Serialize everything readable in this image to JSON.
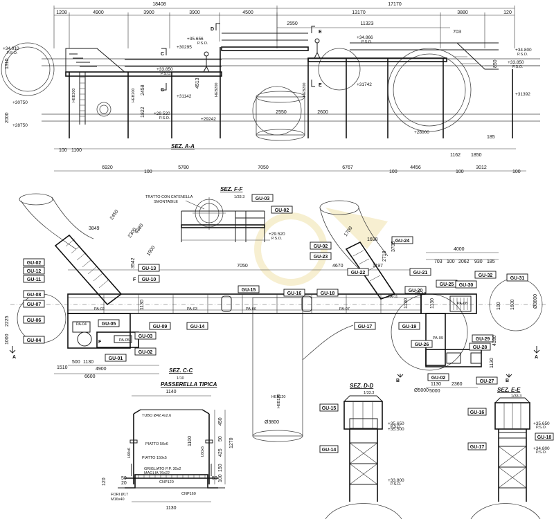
{
  "colors": {
    "line": "#1a1a1a",
    "background": "#ffffff",
    "watermark": "#e8d27a"
  },
  "top_dims": [
    "18408",
    "17170"
  ],
  "dims_row2": [
    "1208",
    "4900",
    "3900",
    "3900",
    "4500",
    "13170",
    "3880",
    "120"
  ],
  "dims_row3": [
    "2550",
    "11323",
    "703"
  ],
  "bottom_dims_A": [
    "6920",
    "5780",
    "7050",
    "6767",
    "4456",
    "3012"
  ],
  "misc_dims_A": [
    "1310",
    "2000",
    "2458",
    "1822",
    "4513",
    "2550",
    "2600",
    "850",
    "185",
    "1162",
    "1850",
    "100",
    "1100",
    "100",
    "100",
    "100",
    "100"
  ],
  "levels_A": [
    "+34.910",
    "+35.656",
    "+30295",
    "+33.850",
    "+30750",
    "+28750",
    "+29.520",
    "+29242",
    "+31142",
    "+34.866",
    "+31742",
    "+28000",
    "+34.800",
    "+33.850",
    "+31392"
  ],
  "pso": "P.S.O.",
  "hebs": [
    "HEB200",
    "HEB200",
    "HEB200",
    "HEB200"
  ],
  "section_labels": {
    "cc": "C",
    "dd": "D",
    "ee": "E",
    "aa": "A",
    "bb": "B",
    "ff": "F"
  },
  "titles": {
    "aa": "SEZ. A-A",
    "ff": "SEZ. F-F",
    "cc": "SEZ. C-C",
    "cc_sub": "PASSERELLA TIPICA",
    "dd": "SEZ. D-D",
    "ee": "SEZ. E-E"
  },
  "scales": {
    "ff": "1/33.3",
    "cc": "1/10",
    "dd": "1/33.3",
    "ee": "1/33.3"
  },
  "ff_note": [
    "TRATTO CON CATENELLA",
    "SMONTABILE"
  ],
  "ff_level": "+29.520",
  "gu_tags_plan": [
    {
      "id": "GU-03"
    },
    {
      "id": "GU-02"
    },
    {
      "id": "GU-02"
    },
    {
      "id": "GU-12"
    },
    {
      "id": "GU-11"
    },
    {
      "id": "GU-08"
    },
    {
      "id": "GU-07"
    },
    {
      "id": "GU-06"
    },
    {
      "id": "GU-04"
    },
    {
      "id": "GU-05"
    },
    {
      "id": "GU-13"
    },
    {
      "id": "GU-10"
    },
    {
      "id": "GU-09"
    },
    {
      "id": "GU-14"
    },
    {
      "id": "GU-15"
    },
    {
      "id": "GU-16"
    },
    {
      "id": "GU-18"
    },
    {
      "id": "GU-17"
    },
    {
      "id": "GU-03"
    },
    {
      "id": "GU-02"
    },
    {
      "id": "GU-01"
    },
    {
      "id": "GU-02"
    },
    {
      "id": "GU-23"
    },
    {
      "id": "GU-24"
    },
    {
      "id": "GU-22"
    },
    {
      "id": "GU-21"
    },
    {
      "id": "GU-20"
    },
    {
      "id": "GU-25"
    },
    {
      "id": "GU-30"
    },
    {
      "id": "GU-32"
    },
    {
      "id": "GU-31"
    },
    {
      "id": "GU-19"
    },
    {
      "id": "GU-26"
    },
    {
      "id": "GU-29"
    },
    {
      "id": "GU-28"
    },
    {
      "id": "GU-27"
    },
    {
      "id": "GU-02"
    }
  ],
  "gu_tags_dd": [
    "GU-15",
    "GU-14"
  ],
  "gu_tags_ee": [
    "GU-16",
    "GU-18",
    "GU-17"
  ],
  "pa_tags": [
    "PA-02",
    "PA-03",
    "PA-04",
    "PA-05",
    "PA-06",
    "PA-07",
    "PA-08",
    "PA-09",
    "PA-10",
    "PA-11"
  ],
  "plan_dims": [
    "3849",
    "2450",
    "6880",
    "2300",
    "1900",
    "3542",
    "7050",
    "4670",
    "1197",
    "2718",
    "1698",
    "1700",
    "4000",
    "703",
    "100",
    "2062",
    "930",
    "185",
    "2225",
    "1000",
    "1510",
    "500",
    "1130",
    "4900",
    "6600",
    "1130",
    "1130",
    "1130",
    "1130",
    "2360",
    "5000",
    "1600",
    "4180",
    "1130",
    "100",
    "3705"
  ],
  "plan_misc": [
    "HEB120",
    "Ø3800",
    "Ø3800",
    "Ø5000",
    "Ø3800"
  ],
  "cc_labels": [
    "TUBO Ø42.4x2.6",
    "PIATTO 50x6",
    "PIATTO 150x5",
    "GRIGLIATO P.P. 30x2",
    "MAGLIA 76x22",
    "CNP120",
    "FORI Ø17",
    "M16x40",
    "CNP160",
    "L60x6",
    "L60x6"
  ],
  "cc_dims": [
    "1140",
    "1100",
    "1130",
    "450",
    "50",
    "425",
    "1270",
    "150",
    "100",
    "120",
    "20",
    "50",
    "50"
  ],
  "dd_levels": [
    "+35.650",
    "+35.500",
    "+33.800"
  ],
  "ee_levels": [
    "+35.650",
    "+34.800"
  ],
  "dd_misc": [
    "HEB120",
    "Ø3800"
  ]
}
